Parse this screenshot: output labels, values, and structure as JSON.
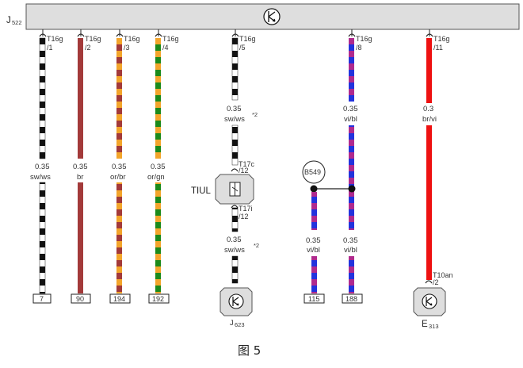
{
  "colors": {
    "sw": "#111111",
    "ws": "#ffffff",
    "br": "#a33a3a",
    "or": "#f3a52b",
    "gn": "#1b8a1b",
    "vi": "#b02a8e",
    "bl": "#2233dd",
    "rt": "#ee1111",
    "module_fill": "#dedede",
    "line": "#222222"
  },
  "top_module": {
    "name": "J",
    "sub": "522",
    "icon": "control-unit-symbol"
  },
  "caption": "图 5",
  "wires": [
    {
      "id": "w1",
      "pin": "T16g",
      "pin_no": "/1",
      "size": "0.35",
      "color": "sw/ws",
      "terminal": "7"
    },
    {
      "id": "w2",
      "pin": "T16g",
      "pin_no": "/2",
      "size": "0.35",
      "color": "br",
      "terminal": "90"
    },
    {
      "id": "w3",
      "pin": "T16g",
      "pin_no": "/3",
      "size": "0.35",
      "color": "or/br",
      "terminal": "194"
    },
    {
      "id": "w4",
      "pin": "T16g",
      "pin_no": "/4",
      "size": "0.35",
      "color": "or/gn",
      "terminal": "192"
    },
    {
      "id": "w5",
      "pin": "T16g",
      "pin_no": "/5",
      "size_top": "0.35",
      "color_top": "sw/ws",
      "note_top": "*2",
      "conn_a": "T17c",
      "conn_a_no": "/12",
      "conn_b": "T17i",
      "conn_b_no": "/12",
      "size_bottom": "0.35",
      "color_bottom": "sw/ws",
      "note_bottom": "*2",
      "label_left": "TIUL",
      "end": "J",
      "end_sub": "623"
    },
    {
      "id": "w6",
      "pin": "T16g",
      "pin_no": "/8",
      "size_top": "0.35",
      "color_top": "vi/bl",
      "size_bottom": "0.35",
      "color_bottom": "vi/bl",
      "terminal": "188"
    },
    {
      "id": "w7",
      "splice": "B549",
      "size": "0.35",
      "color": "vi/bl",
      "terminal": "115"
    },
    {
      "id": "w8",
      "pin": "T16g",
      "pin_no": "/11",
      "size": "0.3",
      "color": "br/vi",
      "conn": "T10an",
      "conn_no": "/2",
      "end": "E",
      "end_sub": "313"
    }
  ]
}
